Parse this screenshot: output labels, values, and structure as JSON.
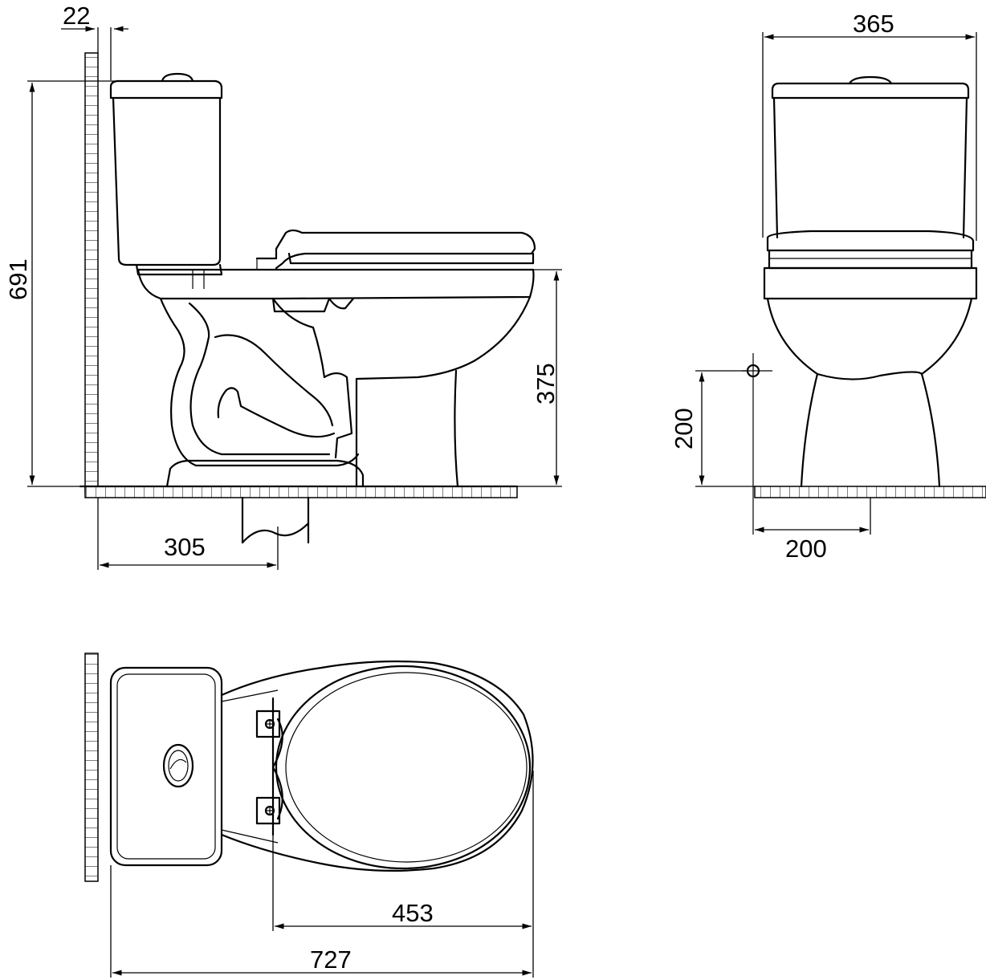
{
  "dimensions": {
    "wall_gap": "22",
    "total_height": "691",
    "seat_height": "375",
    "rough_in": "305",
    "front_width": "365",
    "inlet_height": "200",
    "inlet_offset": "200",
    "bowl_length": "453",
    "total_length": "727"
  }
}
